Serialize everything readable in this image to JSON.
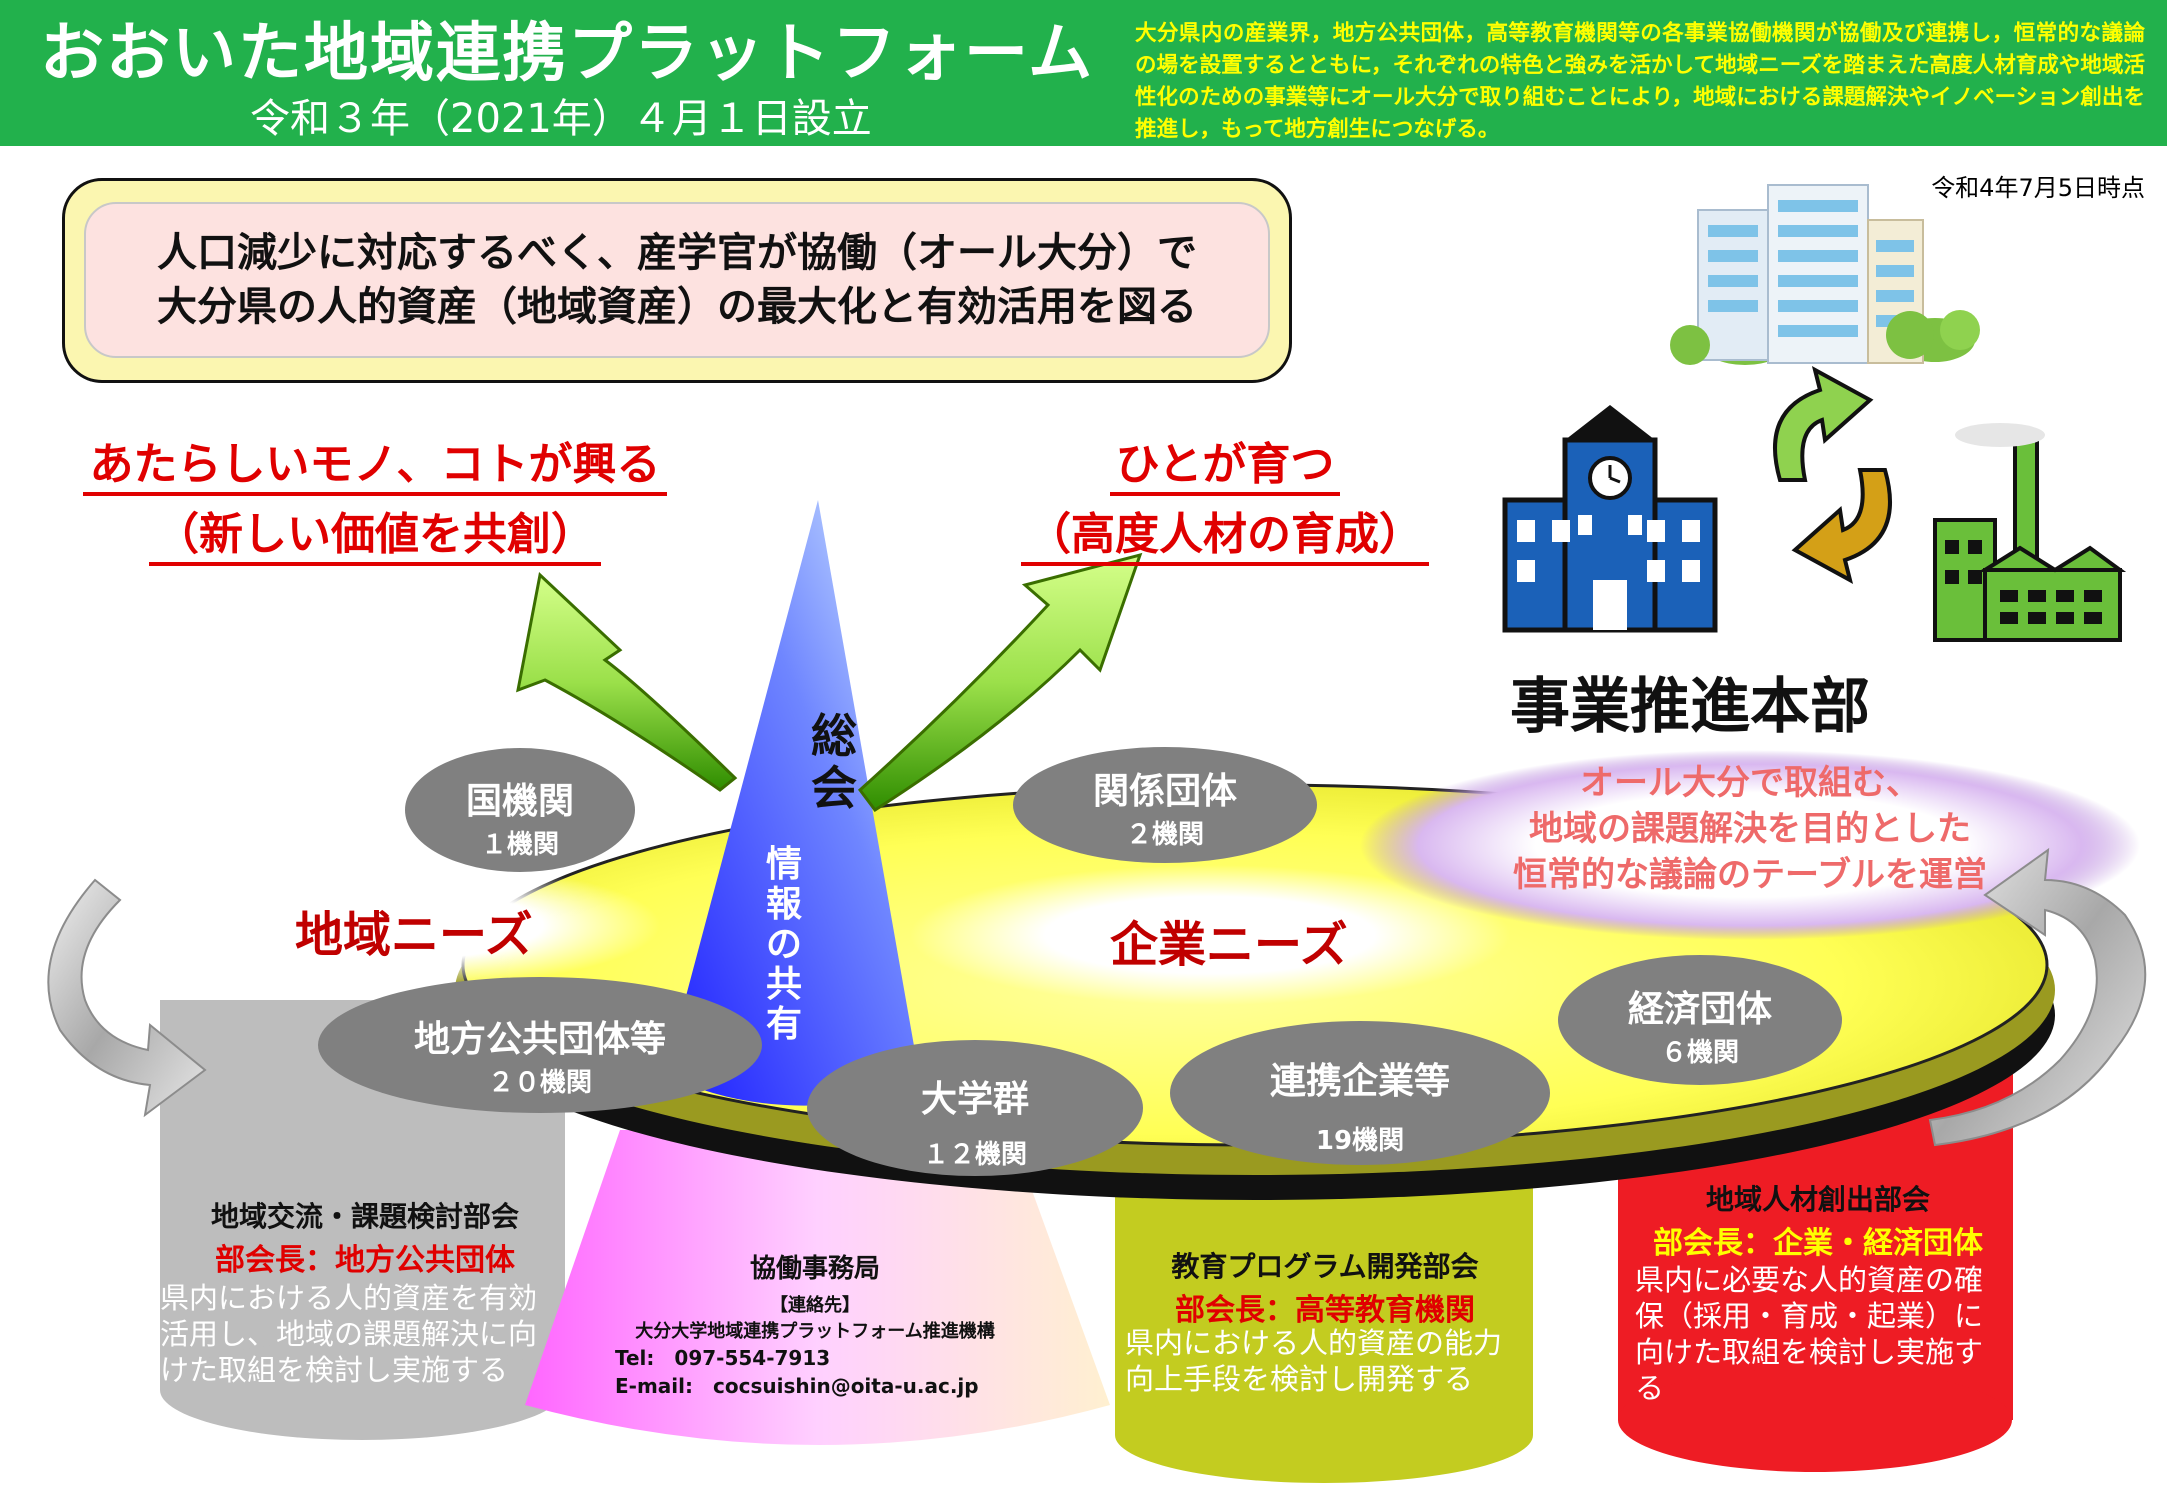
{
  "header": {
    "title": "おおいた地域連携プラットフォーム",
    "established": "令和３年（2021年）４月１日設立",
    "description": "大分県内の産業界，地方公共団体，高等教育機関等の各事業協働機関が協働及び連携し，恒常的な議論の場を設置するとともに，それぞれの特色と強みを活かして地域ニーズを踏まえた高度人材育成や地域活性化のための事業等にオール大分で取り組むことにより，地域における課題解決やイノベーション創出を推進し，もって地方創生につなげる。"
  },
  "as_of": "令和4年7月5日時点",
  "mission": {
    "line1": "人口減少に対応するべく、産学官が協働（オール大分）で",
    "line2": "大分県の人的資産（地域資産）の最大化と有効活用を図る"
  },
  "goals": {
    "left_line1": "あたらしいモノ、コトが興る",
    "left_line2": "（新しい価値を共創）",
    "right_line1": "ひとが育つ",
    "right_line2": "（高度人材の育成）"
  },
  "cone": {
    "top_label": "総会",
    "sub_label": "情報の共有"
  },
  "hq": {
    "title": "事業推進本部",
    "line1": "オール大分で取組む、",
    "line2": "地域の課題解決を目的とした",
    "line3": "恒常的な議論のテーブルを運営"
  },
  "needs": {
    "regional": "地域ニーズ",
    "corporate": "企業ニーズ"
  },
  "members": [
    {
      "name": "国機関",
      "count": "１機関"
    },
    {
      "name": "関係団体",
      "count": "２機関"
    },
    {
      "name": "地方公共団体等",
      "count": "２０機関"
    },
    {
      "name": "大学群",
      "count": "１２機関"
    },
    {
      "name": "連携企業等",
      "count": "19機関"
    },
    {
      "name": "経済団体",
      "count": "６機関"
    }
  ],
  "bureau": {
    "title": "協働事務局",
    "contact_label": "【連絡先】",
    "org": "大分大学地域連携プラットフォーム推進機構",
    "tel": "Tel:　097-554-7913",
    "email": "E-mail:　cocsuishin@oita-u.ac.jp"
  },
  "committees": [
    {
      "title": "地域交流・課題検討部会",
      "chair": "部会長：地方公共団体",
      "desc": "県内における人的資産を有効活用し、地域の課題解決に向けた取組を検討し実施する",
      "color": "#bdbdbd"
    },
    {
      "title": "教育プログラム開発部会",
      "chair": "部会長：高等教育機関",
      "desc": "県内における人的資産の能力向上手段を検討し開発する",
      "color": "#c3cc20"
    },
    {
      "title": "地域人材創出部会",
      "chair": "部会長：企業・経済団体",
      "desc": "県内に必要な人的資産の確保（採用・育成・起業）に向けた取組を検討し実施する",
      "color": "#ee1c24"
    }
  ],
  "colors": {
    "header_bg": "#22b14c",
    "header_desc": "#ffff00",
    "goal_red": "#e00000",
    "platform_yellow": "#ffff66",
    "oval_gray": "#808080"
  }
}
